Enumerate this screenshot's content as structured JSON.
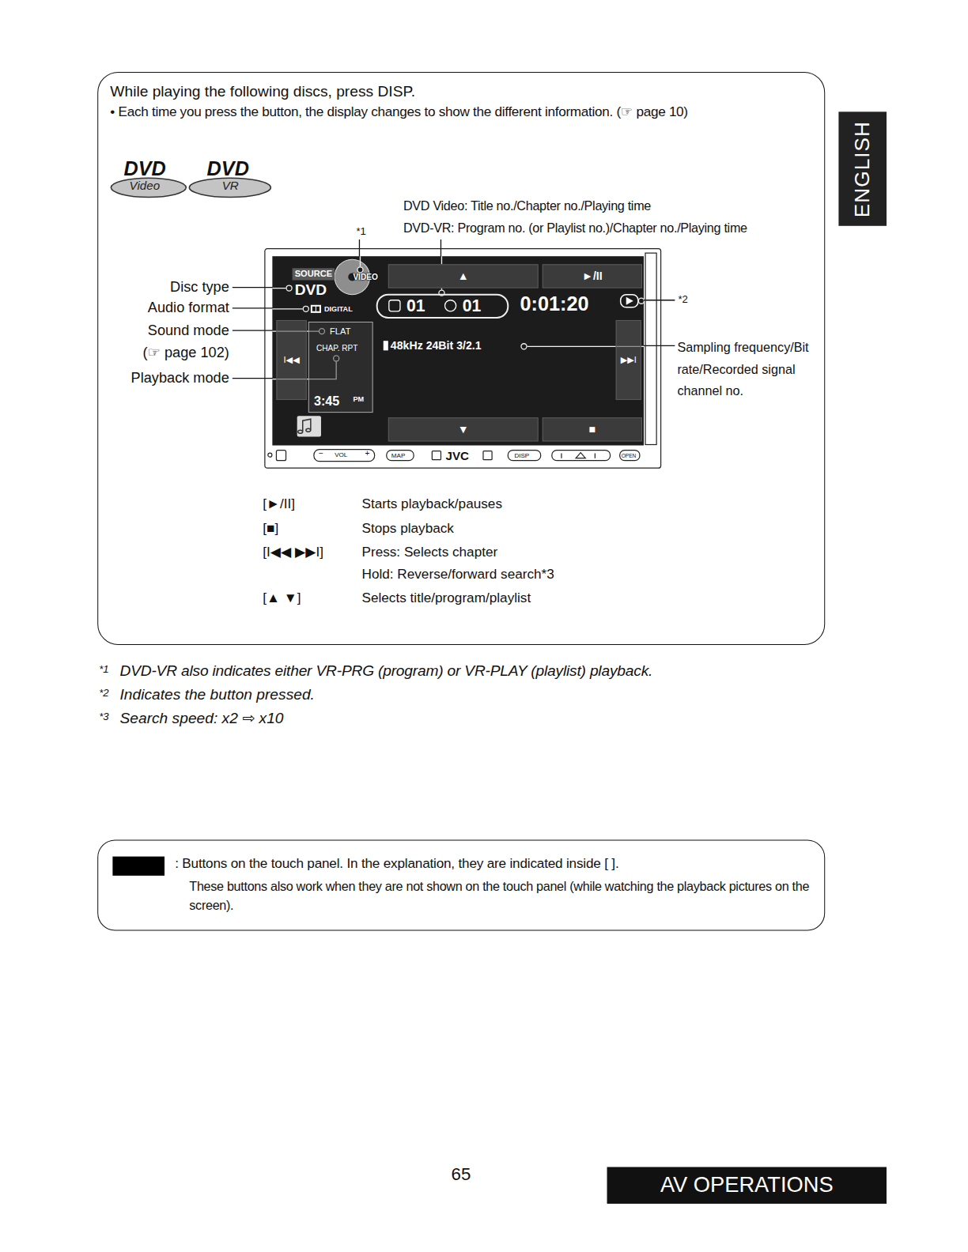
{
  "diagram": {
    "nodes": [
      {
        "text": [
          "While playing the following discs, press DISP.",
          "• Each time you press the button, the display changes to show the different information. (☞ page 10)"
        ]
      },
      {
        "text": [
          "DVD",
          "Video"
        ],
        "in": 0
      },
      {
        "text": [
          "DVD",
          "VR"
        ],
        "in": 0
      },
      {
        "text": [
          "−",
          "VOL",
          "+",
          "MAP",
          "JVC",
          "DISP",
          "OPEN"
        ],
        "in": 0
      },
      {
        "text": [
          "SOURCE",
          "DVD",
          "VIDEO",
          "DIGITAL",
          "0:01:20",
          "48kHz 24Bit 3/2.1"
        ],
        "in": 3
      },
      {
        "text": [
          "▲"
        ],
        "in": 4
      },
      {
        "text": [
          "►/II"
        ],
        "in": 4
      },
      {
        "text": [
          "01",
          "01"
        ],
        "in": 4
      },
      {
        "text": [
          "I◀◀"
        ],
        "in": 4
      },
      {
        "text": [
          "FLAT",
          "CHAP. RPT",
          "3:45",
          "PM"
        ],
        "in": 4
      },
      {
        "text": [
          "▶▶I"
        ],
        "in": 4
      },
      {
        "text": [
          "▼"
        ],
        "in": 4
      },
      {
        "text": [
          "■"
        ],
        "in": 4
      },
      {
        "text": [
          "ENGLISH"
        ]
      },
      {
        "text": [
          ": Buttons on the touch panel. In the explanation, they are indicated inside [ ].",
          "These buttons also work when they are not shown on the touch panel (while watching the playback pictures on the screen)."
        ]
      },
      {
        "text": [
          "AV OPERATIONS"
        ]
      }
    ],
    "labels": [
      "*1",
      "DVD Video: Title no./Chapter no./Playing time",
      "DVD-VR: Program no. (or Playlist no.)/Chapter no./Playing time",
      "Disc type",
      "Audio format",
      "Sound mode",
      "(☞ page 102)",
      "Playback mode",
      "*2",
      "Sampling frequency/Bit rate/Recorded signal channel no.",
      "[►/II]",
      "Starts playback/pauses",
      "[■]",
      "Stops playback",
      "[I◀◀ ▶▶I]",
      "Press: Selects chapter",
      "Hold: Reverse/forward search*3",
      "[▲ ▼]",
      "Selects title/program/playlist",
      "*1",
      "DVD-VR also indicates either VR-PRG (program) or VR-PLAY (playlist) playback.",
      "*2",
      "Indicates the button pressed.",
      "*3",
      "Search speed: x2 ⇨ x10",
      "65"
    ]
  }
}
